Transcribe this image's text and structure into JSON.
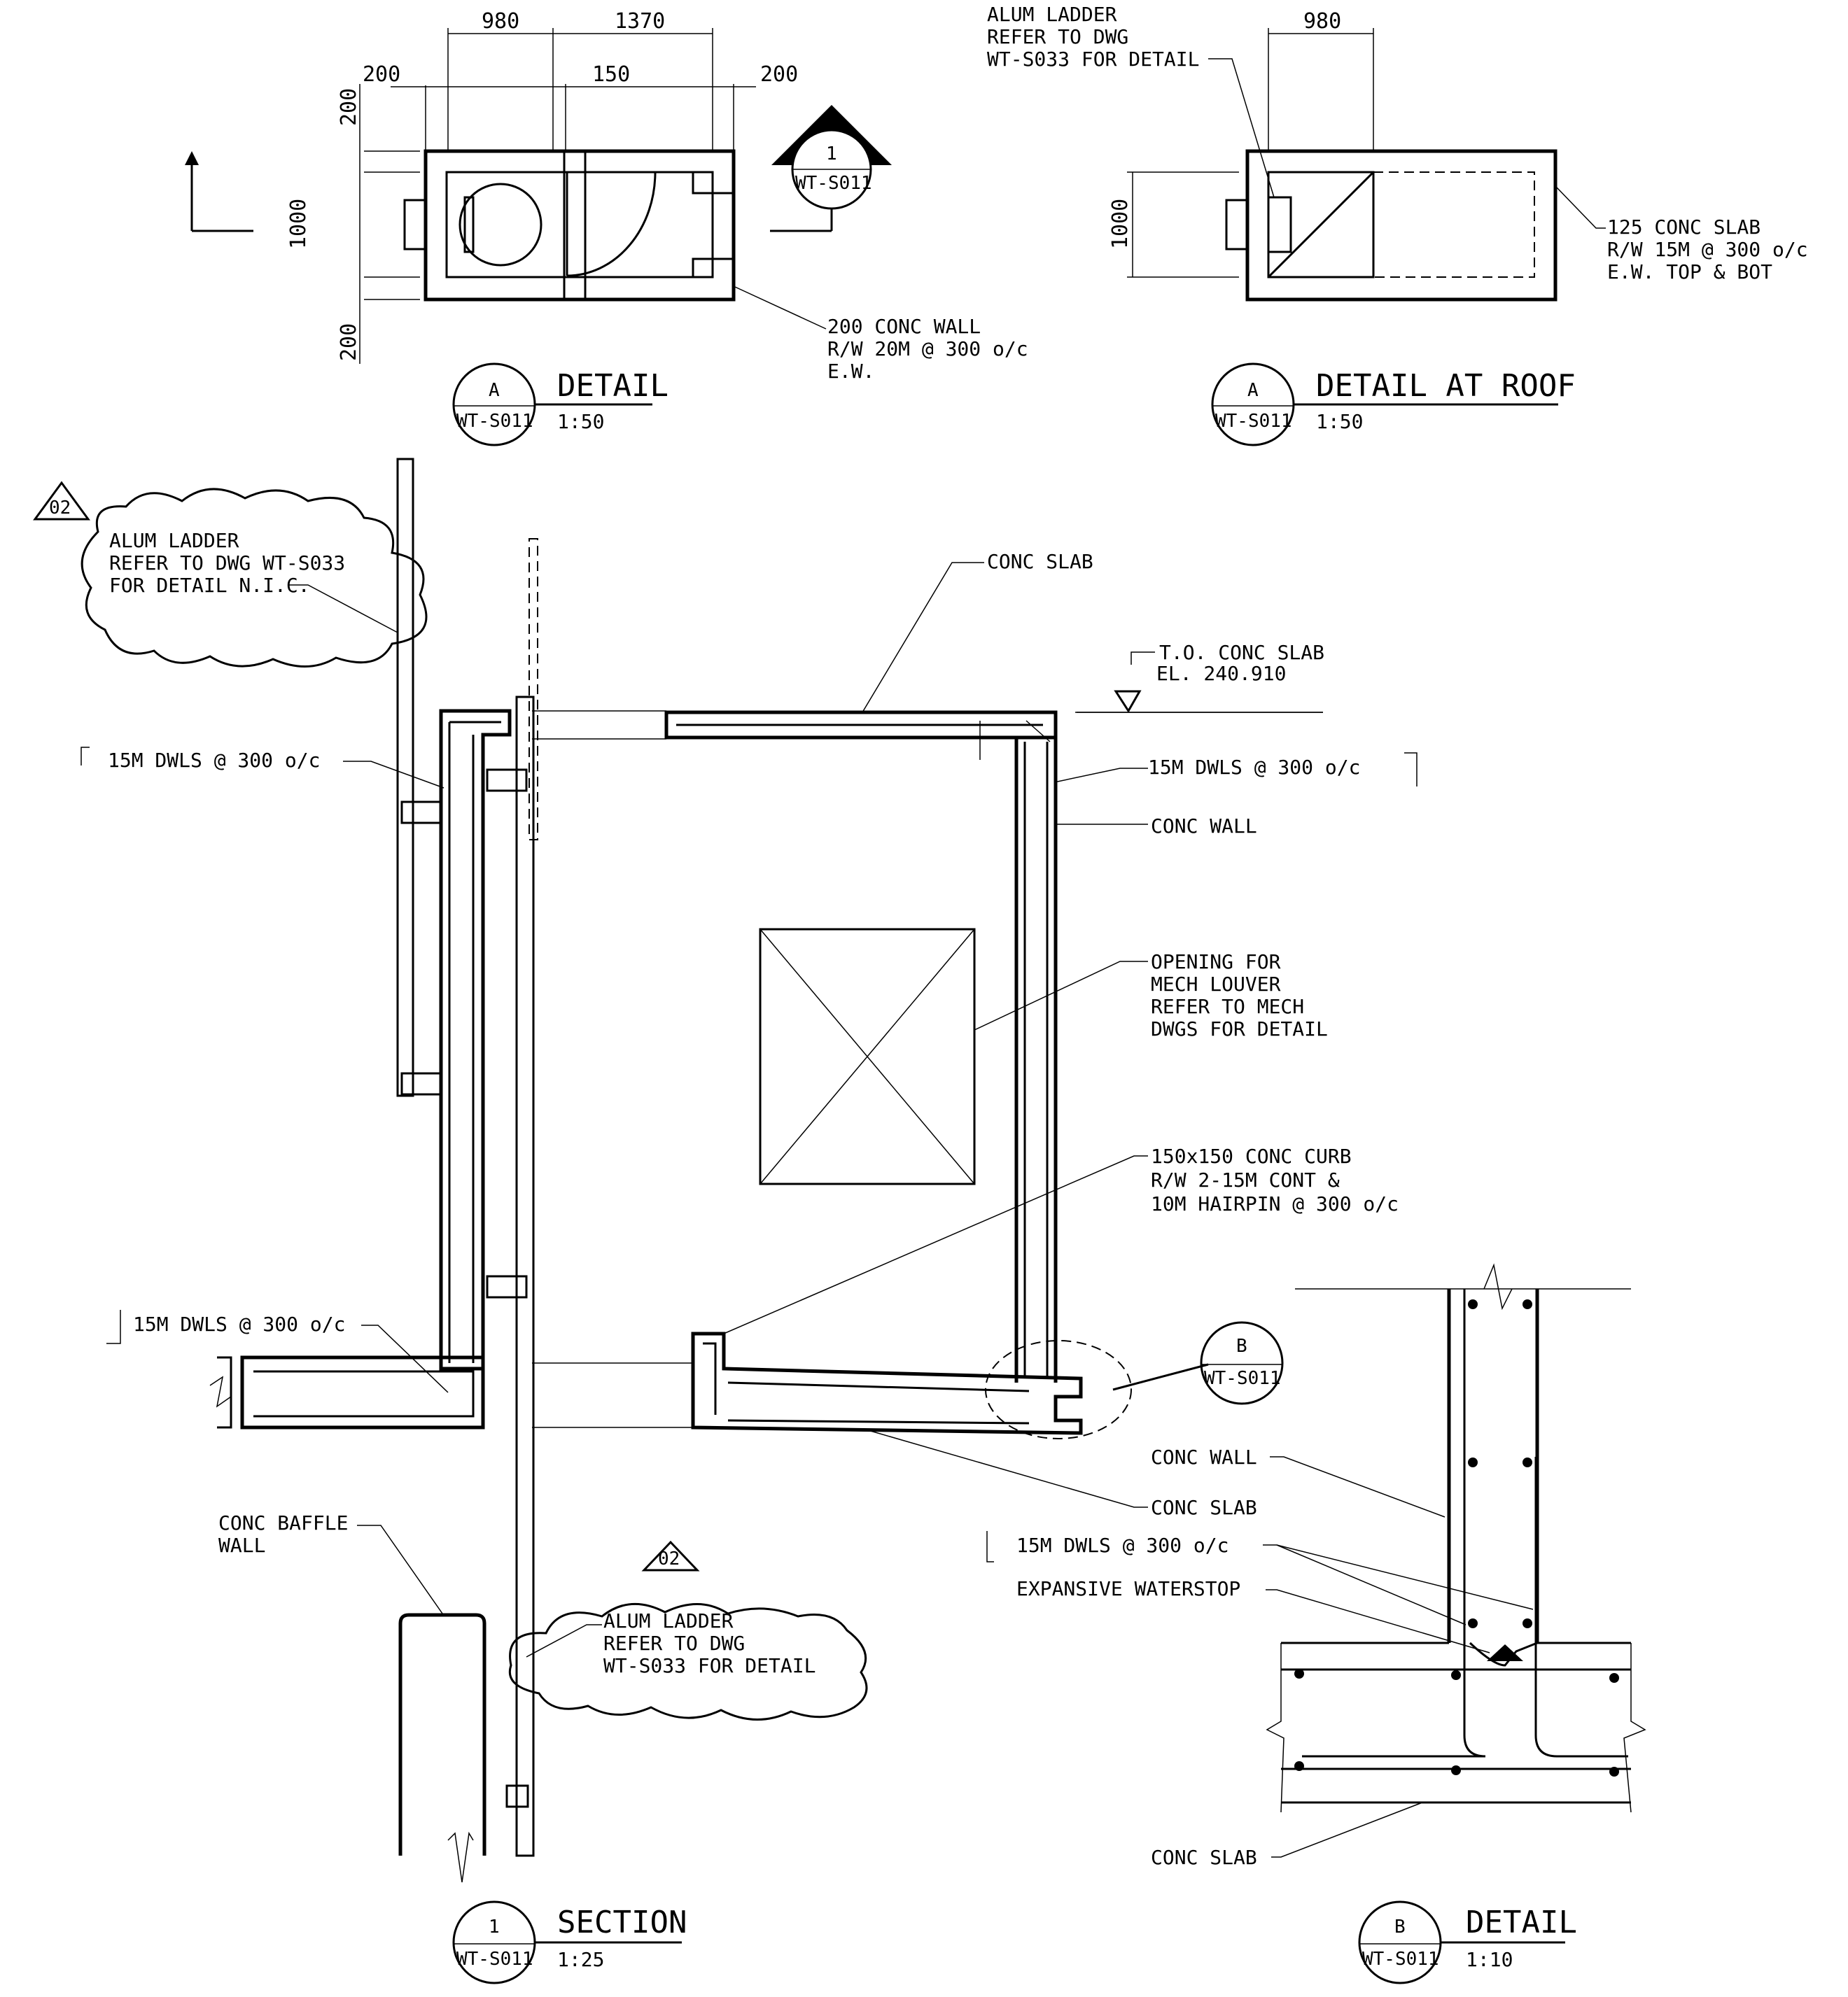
{
  "detail_a_plan": {
    "dims": {
      "top_left": "980",
      "top_right": "1370",
      "off_left": "200",
      "off_mid": "150",
      "off_right": "200",
      "vert_top": "200",
      "vert_mid": "1000",
      "vert_bot": "200"
    },
    "note_wall": [
      "200 CONC WALL",
      "R/W 20M @ 300 o/c",
      "E.W."
    ],
    "title": "DETAIL",
    "scale": "1:50",
    "bubble": {
      "top": "A",
      "bottom": "WT-S011"
    },
    "section_marker": {
      "top": "1",
      "bottom": "WT-S011"
    }
  },
  "detail_roof": {
    "dims": {
      "top": "980",
      "vert": "1000"
    },
    "note_ladder": [
      "ALUM LADDER",
      "REFER TO DWG",
      "WT-S033 FOR DETAIL"
    ],
    "note_slab": [
      "125 CONC SLAB",
      "R/W 15M @ 300 o/c",
      "E.W. TOP & BOT"
    ],
    "title": "DETAIL AT ROOF",
    "scale": "1:50",
    "bubble": {
      "top": "A",
      "bottom": "WT-S011"
    }
  },
  "section": {
    "revision_tag": "02",
    "cloud_top": [
      "ALUM LADDER",
      "REFER TO DWG WT-S033",
      "FOR DETAIL N.I.C."
    ],
    "cloud_bottom": [
      "ALUM LADDER",
      "REFER TO DWG",
      "WT-S033 FOR DETAIL"
    ],
    "conc_slab_top": "CONC SLAB",
    "slab_level": [
      "T.O. CONC SLAB",
      "EL. 240.910"
    ],
    "dowels_left_top": "15M DWLS @ 300 o/c",
    "dowels_right_top": "15M DWLS @ 300 o/c",
    "conc_wall": "CONC WALL",
    "opening_note": [
      "OPENING FOR",
      "MECH LOUVER",
      "REFER TO MECH",
      "DWGS FOR DETAIL"
    ],
    "curb_note": [
      "150x150 CONC CURB",
      "R/W 2-15M CONT &",
      "10M HAIRPIN @ 300 o/c"
    ],
    "dowels_left_bottom": "15M DWLS @ 300 o/c",
    "conc_slab_bottom": "CONC SLAB",
    "baffle": [
      "CONC BAFFLE",
      "WALL"
    ],
    "detail_callout": {
      "top": "B",
      "bottom": "WT-S011"
    },
    "title": "SECTION",
    "scale": "1:25",
    "bubble": {
      "top": "1",
      "bottom": "WT-S011"
    }
  },
  "detail_b": {
    "conc_wall": "CONC WALL",
    "dowels": "15M DWLS @ 300 o/c",
    "waterstop": "EXPANSIVE WATERSTOP",
    "conc_slab": "CONC SLAB",
    "title": "DETAIL",
    "scale": "1:10",
    "bubble": {
      "top": "B",
      "bottom": "WT-S011"
    }
  }
}
